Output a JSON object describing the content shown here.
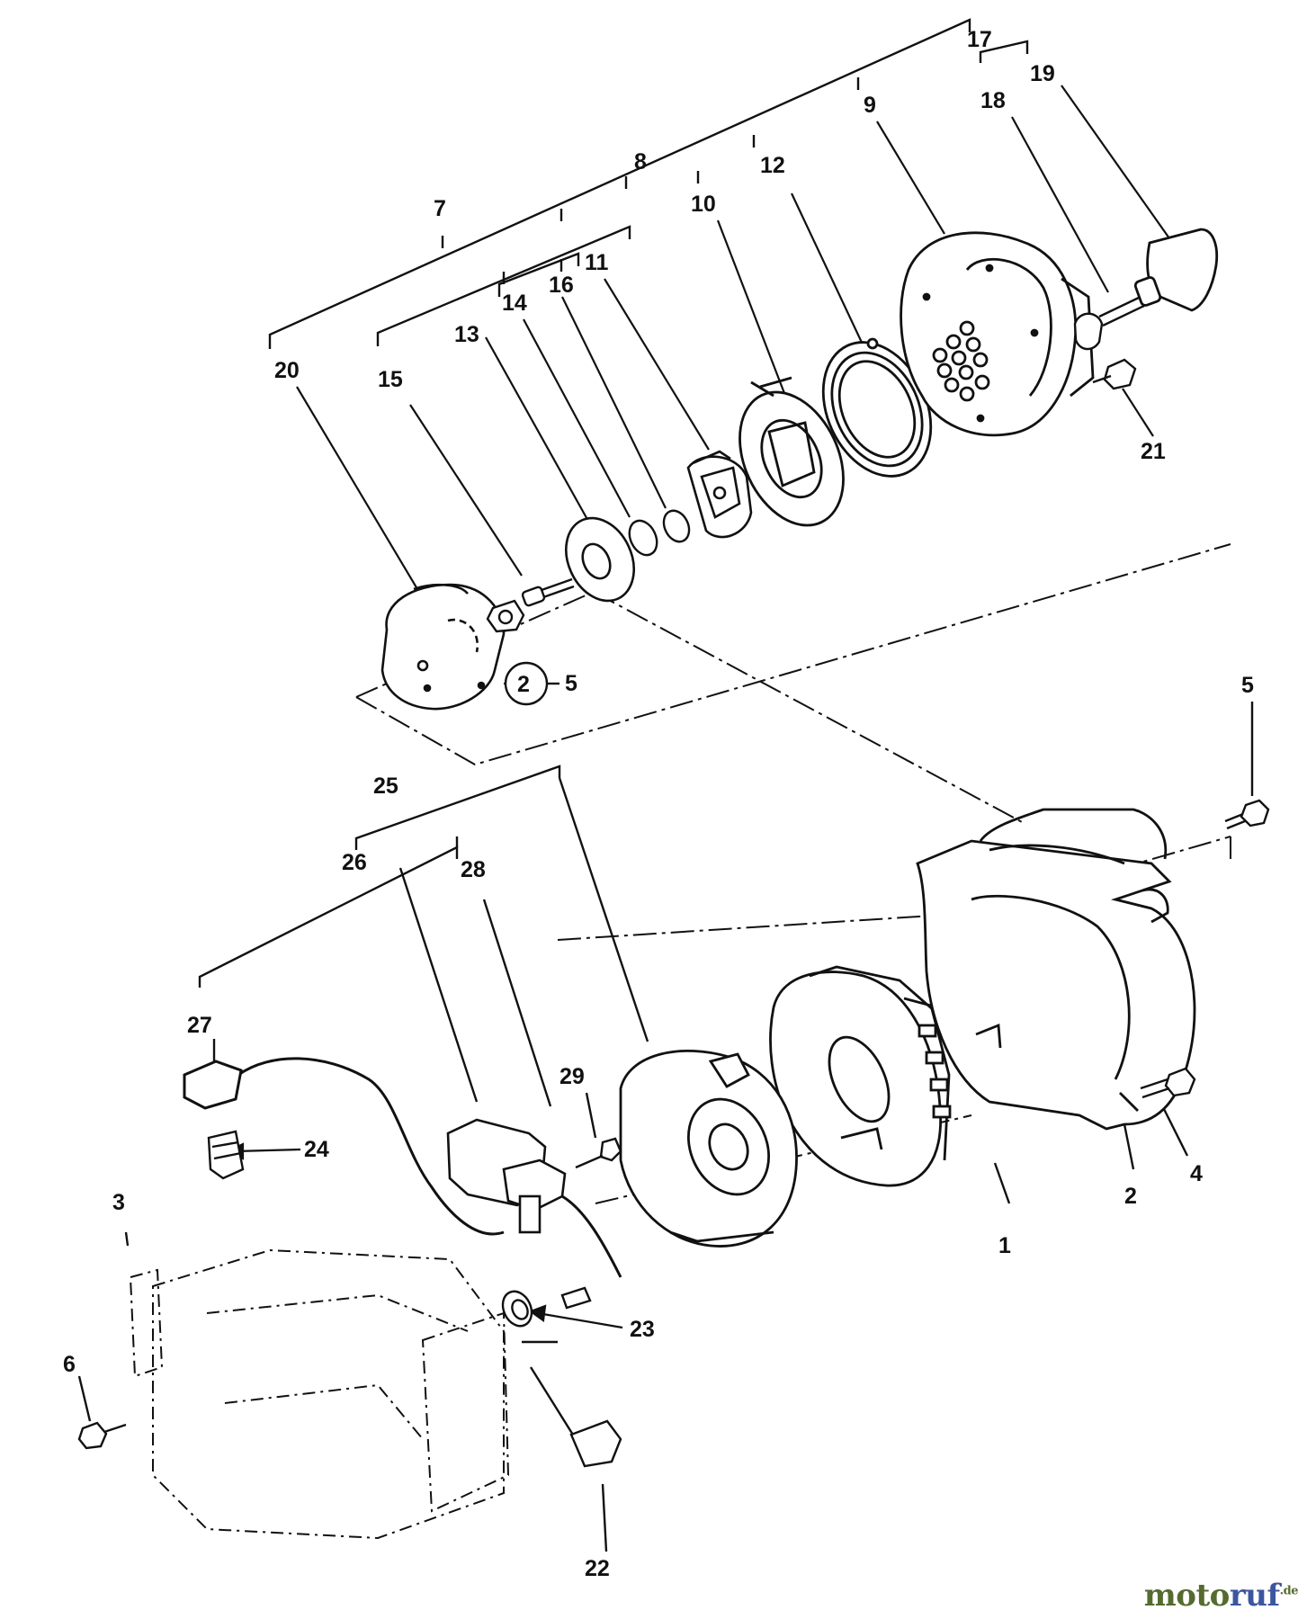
{
  "callouts": {
    "c1": "1",
    "c2": "2",
    "c2b": "2",
    "c3": "3",
    "c4": "4",
    "c5a": "5",
    "c5b": "5",
    "c6": "6",
    "c7": "7",
    "c8": "8",
    "c9": "9",
    "c10": "10",
    "c11": "11",
    "c12": "12",
    "c13": "13",
    "c14": "14",
    "c15": "15",
    "c16": "16",
    "c17": "17",
    "c18": "18",
    "c19": "19",
    "c20": "20",
    "c21": "21",
    "c22": "22",
    "c23": "23",
    "c24": "24",
    "c25": "25",
    "c26": "26",
    "c27": "27",
    "c28": "28",
    "c29": "29"
  },
  "watermark": {
    "part1": "moto",
    "part2": "ruf",
    "suffix": ".de"
  },
  "colors": {
    "line": "#111111",
    "background": "#ffffff",
    "watermark_green": "#556b2f",
    "watermark_blue": "#3d56a0"
  }
}
